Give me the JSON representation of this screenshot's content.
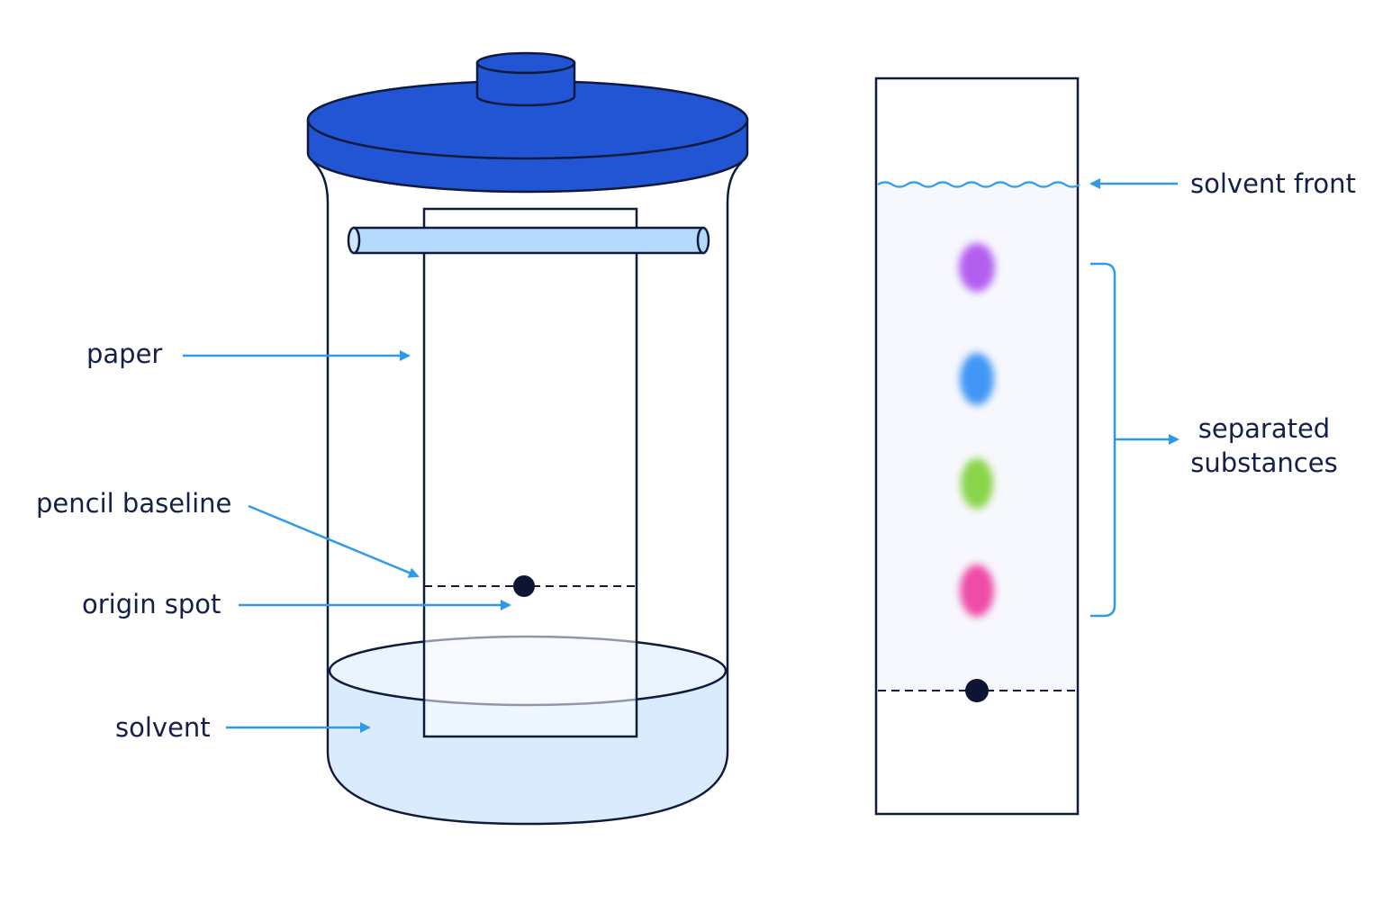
{
  "labels": {
    "paper": "paper",
    "pencil_baseline": "pencil baseline",
    "origin_spot": "origin spot",
    "solvent": "solvent",
    "solvent_front": "solvent front",
    "separated_line1": "separated",
    "separated_line2": "substances"
  },
  "colors": {
    "outline": "#0f1a3d",
    "arrow": "#2f9be8",
    "lid": "#2255d4",
    "lid_outline": "#0f1a3d",
    "rod": "#b4dafb",
    "solvent": "#d9ebfd",
    "solvent_surface": "#eaf4fe",
    "origin_spot": "#0d1533",
    "front_line": "#3aa0ea",
    "chromatogram_bg": "#f7f8fe"
  },
  "spots": [
    {
      "name": "purple",
      "color": "#b25ff0"
    },
    {
      "name": "blue",
      "color": "#3f95f5"
    },
    {
      "name": "green",
      "color": "#8ad448"
    },
    {
      "name": "pink",
      "color": "#ef4ca8"
    }
  ],
  "icons": {
    "arrow": "right-arrow-icon",
    "arrow_left": "left-arrow-icon",
    "bracket": "right-bracket-icon"
  }
}
